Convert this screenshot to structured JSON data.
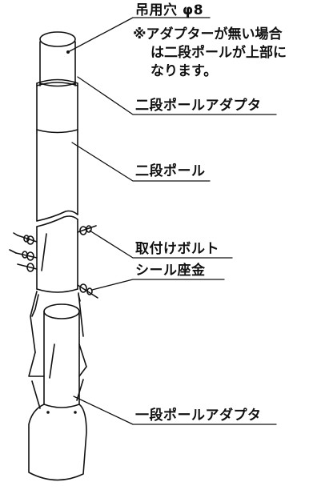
{
  "labels": {
    "hanging_hole": "吊用穴 φ8",
    "note_line1": "※アダプターが無い場合",
    "note_line2": "は二段ポールが上部に",
    "note_line3": "なります。",
    "two_stage_adapter": "二段ポールアダプタ",
    "two_stage_pole": "二段ポール",
    "mounting_bolt": "取付けボルト",
    "seal_washer": "シール座金",
    "one_stage_adapter": "一段ポールアダプタ"
  },
  "colors": {
    "line": "#111111",
    "background": "#ffffff"
  }
}
